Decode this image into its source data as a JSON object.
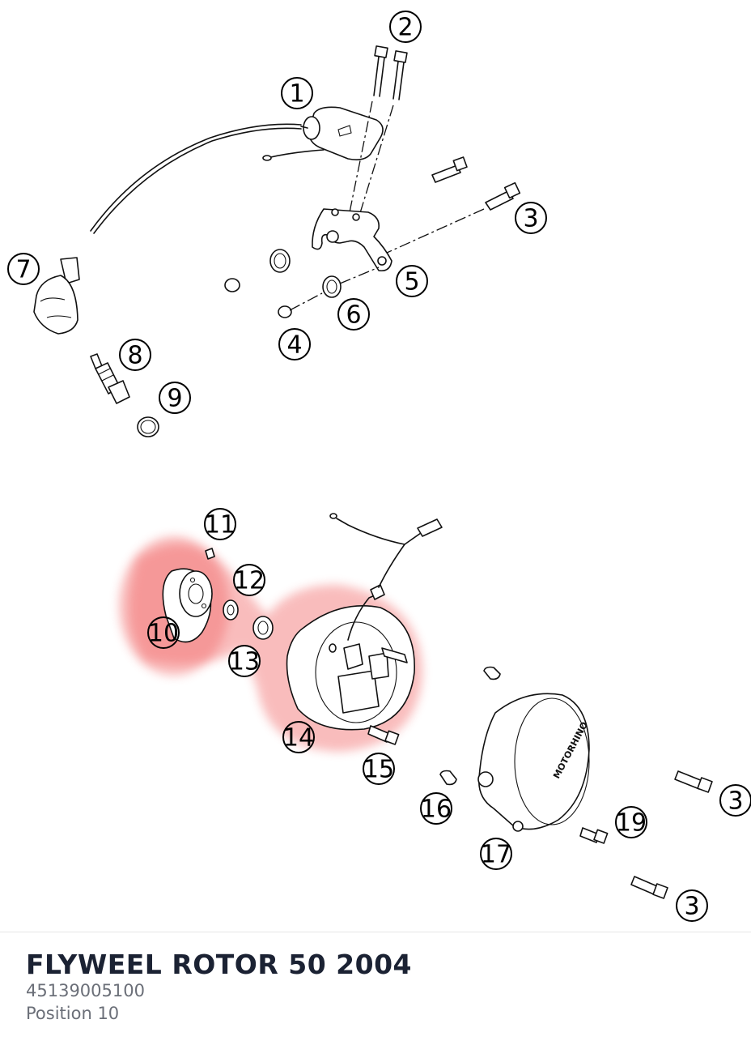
{
  "part": {
    "title": "FLYWEEL ROTOR 50 2004",
    "number": "45139005100",
    "position_label": "Position 10"
  },
  "diagram": {
    "highlight_color": "#f26d6d",
    "highlighted_position": "10",
    "callouts": [
      {
        "id": "c1",
        "label": "1"
      },
      {
        "id": "c2",
        "label": "2"
      },
      {
        "id": "c3a",
        "label": "3"
      },
      {
        "id": "c4",
        "label": "4"
      },
      {
        "id": "c5",
        "label": "5"
      },
      {
        "id": "c6",
        "label": "6"
      },
      {
        "id": "c7",
        "label": "7"
      },
      {
        "id": "c8",
        "label": "8"
      },
      {
        "id": "c9",
        "label": "9"
      },
      {
        "id": "c10",
        "label": "10"
      },
      {
        "id": "c11",
        "label": "11"
      },
      {
        "id": "c12",
        "label": "12"
      },
      {
        "id": "c13",
        "label": "13"
      },
      {
        "id": "c14",
        "label": "14"
      },
      {
        "id": "c15",
        "label": "15"
      },
      {
        "id": "c16",
        "label": "16"
      },
      {
        "id": "c17",
        "label": "17"
      },
      {
        "id": "c19",
        "label": "19"
      },
      {
        "id": "c3b",
        "label": "3"
      },
      {
        "id": "c3c",
        "label": "3"
      }
    ]
  }
}
